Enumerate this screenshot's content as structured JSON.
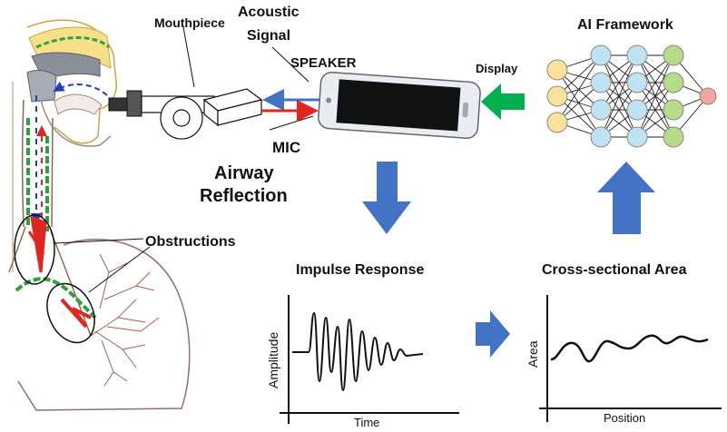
{
  "labels": {
    "mouthpiece": "Mouthpiece",
    "acoustic_line1": "Acoustic",
    "acoustic_line2": "Signal",
    "speaker": "SPEAKER",
    "mic": "MIC",
    "airway_line1": "Airway",
    "airway_line2": "Reflection",
    "obstructions": "Obstructions",
    "display": "Display",
    "ai_framework": "AI Framework"
  },
  "impulse_panel": {
    "title": "Impulse Response",
    "xlabel": "Time",
    "ylabel": "Amplitude"
  },
  "area_panel": {
    "title": "Cross-sectional Area",
    "xlabel": "Position",
    "ylabel": "Area"
  },
  "neural_network": {
    "layers": [
      3,
      4,
      4,
      4,
      1
    ],
    "layer_colors": [
      "#fbe29a",
      "#bfe3f2",
      "#bfe3f2",
      "#b6dc8a",
      "#f3a6a0"
    ]
  },
  "colors": {
    "flow_arrow": "#4472c4",
    "display_arrow": "#00b050",
    "signal_out": "#4472c4",
    "signal_in": "#e0261f",
    "obstruction": "#e0261f"
  }
}
